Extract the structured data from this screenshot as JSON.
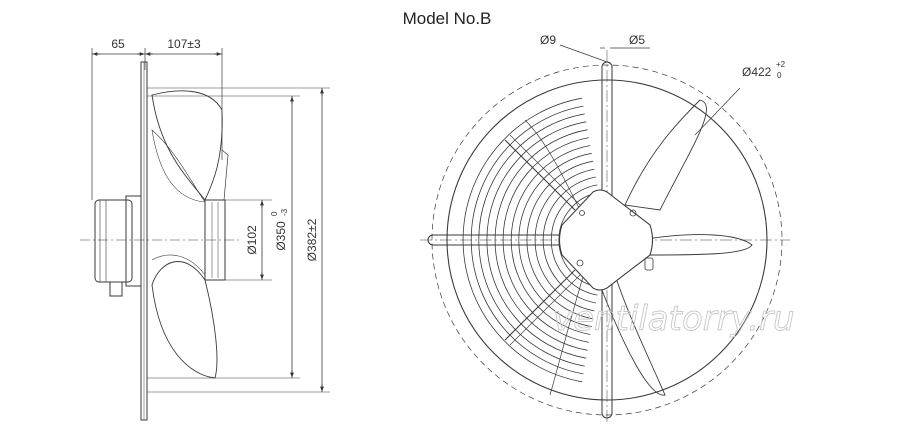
{
  "title": "Model No.B",
  "side_view": {
    "dim_65": "65",
    "dim_107": "107±3",
    "dim_102": "Ø102",
    "dim_350": "Ø350",
    "dim_350_tol_upper": "0",
    "dim_350_tol_lower": "-3",
    "dim_382": "Ø382±2"
  },
  "front_view": {
    "dim_9": "Ø9",
    "dim_5": "Ø5",
    "dim_422": "Ø422",
    "dim_422_tol_upper": "+2",
    "dim_422_tol_lower": "0"
  },
  "watermark": "ventilatorry.ru",
  "colors": {
    "line": "#3a3a3a",
    "thin": "#555555",
    "watermark": "#c8c8c8"
  }
}
